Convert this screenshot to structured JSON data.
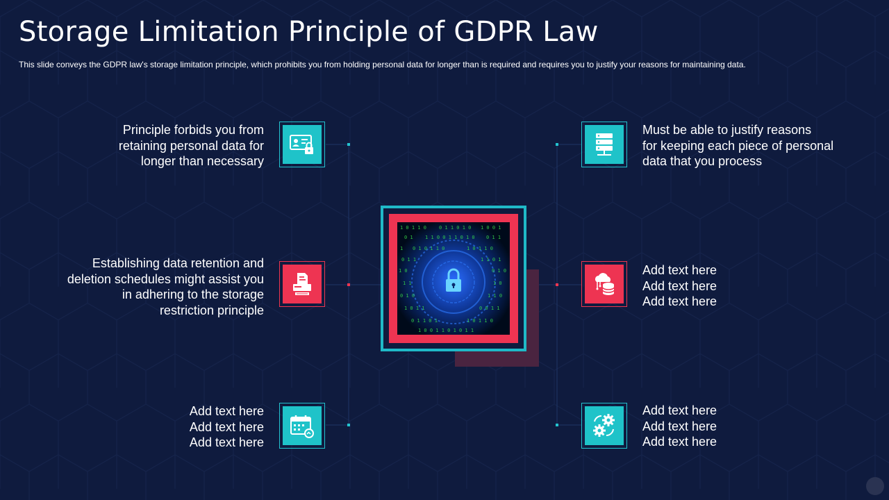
{
  "slide": {
    "title": "Storage Limitation Principle of GDPR Law",
    "subtitle": "This slide conveys the GDPR law's storage limitation principle, which prohibits you from holding personal data for longer than is required  and requires  you to justify your reasons for maintaining data."
  },
  "left_items": [
    {
      "lines": [
        "Principle forbids you from",
        "retaining personal data for",
        "longer than necessary"
      ],
      "icon": "id-card-lock-icon",
      "color": "#1fc3c9"
    },
    {
      "lines": [
        "Establishing data retention and",
        "deletion schedules might assist you",
        "in adhering to the storage",
        "restriction principle"
      ],
      "icon": "document-shredder-icon",
      "color": "#ee3452"
    },
    {
      "lines": [
        "Add text here",
        "Add text here",
        "Add text here"
      ],
      "icon": "calendar-icon",
      "color": "#1fc3c9"
    }
  ],
  "right_items": [
    {
      "lines": [
        "Must be able to justify reasons",
        "for keeping each piece of personal",
        "data that you process"
      ],
      "icon": "server-icon",
      "color": "#1fc3c9"
    },
    {
      "lines": [
        "Add text here",
        "Add text here",
        "Add text here"
      ],
      "icon": "cloud-database-icon",
      "color": "#ee3452"
    },
    {
      "lines": [
        "Add text here",
        "Add text here",
        "Add text here"
      ],
      "icon": "gears-refresh-icon",
      "color": "#1fc3c9"
    }
  ],
  "center": {
    "image": "digital-padlock-matrix-image"
  },
  "colors": {
    "background": "#0f1b3e",
    "teal": "#1fc3c9",
    "red": "#ee3452"
  }
}
